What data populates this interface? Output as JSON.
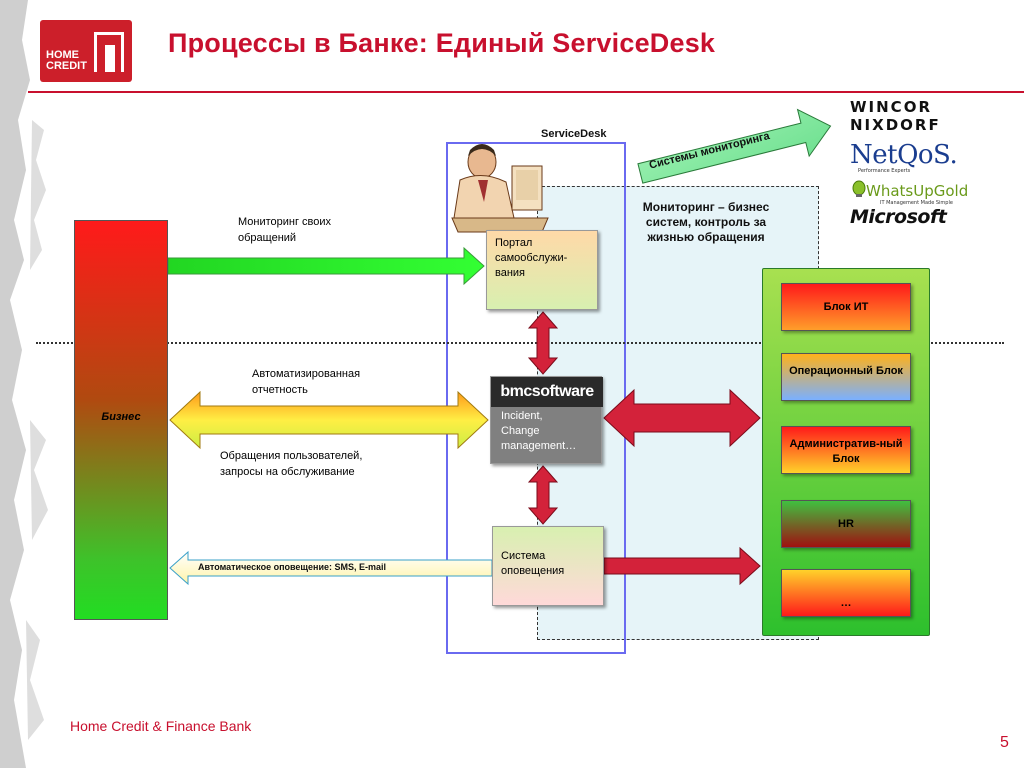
{
  "title": "Процессы в Банке: Единый ServiceDesk",
  "logo": {
    "line1": "HOME",
    "line2": "CREDIT"
  },
  "servicedesk_label": "ServiceDesk",
  "business_label": "Бизнес",
  "portal_text": "Портал самообслужи-вания",
  "bmc": {
    "logo_text": "bmcsoftware",
    "line1": "Incident,",
    "line2": "Change",
    "line3": "management…"
  },
  "notification_text": "Система оповещения",
  "monitoring_systems_label": "Системы мониторинга",
  "business_monitoring_text": "Мониторинг – бизнес систем, контроль за жизнью обращения",
  "labels": {
    "own_requests_1": "Мониторинг своих",
    "own_requests_2": "обращений",
    "reporting_1": "Автоматизированная",
    "reporting_2": "отчетность",
    "user_requests_1": "Обращения пользователей,",
    "user_requests_2": "запросы на обслуживание",
    "auto_notify": "Автоматическое оповещение: SMS, E-mail"
  },
  "units": [
    "Блок ИТ",
    "Операционный Блок",
    "Административ-ный Блок",
    "HR",
    "…"
  ],
  "vendors": {
    "wincor": "WINCOR",
    "nixdorf": "NIXDORF",
    "netqos": "NetQoS.",
    "netqos_tag": "Performance Experts",
    "whatsup": "WhatsUpGold",
    "whatsup_tag": "IT Management Made Simple",
    "microsoft": "Microsoft"
  },
  "footer": "Home Credit & Finance Bank",
  "page_number": "5"
}
